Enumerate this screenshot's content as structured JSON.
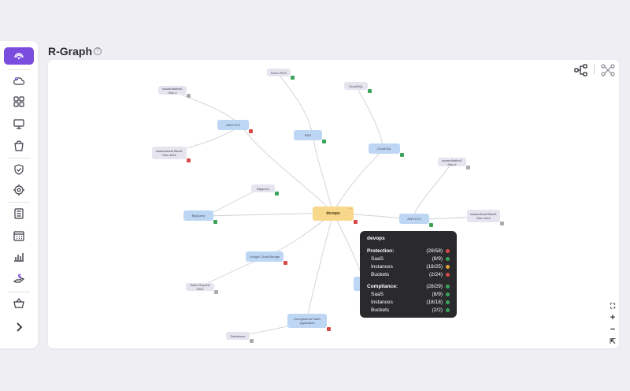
{
  "page": {
    "title": "R-Graph",
    "help_icon": "?"
  },
  "sidebar": {
    "items": [
      {
        "name": "radar-icon",
        "active": true
      },
      {
        "name": "cloud-settings-icon"
      },
      {
        "name": "grid-icon"
      },
      {
        "name": "monitor-icon"
      },
      {
        "name": "bucket-icon"
      },
      {
        "name": "shield-check-icon"
      },
      {
        "name": "target-icon"
      },
      {
        "name": "list-icon"
      },
      {
        "name": "calendar-icon"
      },
      {
        "name": "bar-chart-icon"
      },
      {
        "name": "hand-dollar-icon"
      },
      {
        "name": "basket-icon"
      },
      {
        "name": "chevron-right-icon"
      }
    ],
    "accent": "#7a4dde"
  },
  "graph": {
    "root": {
      "label": "devops",
      "badge": "x"
    },
    "nodes": {
      "aws_ec2": "AWS EC2",
      "rds": "RDS",
      "cloudsql": "CloudSQL",
      "bigquery": "BigQuery",
      "aws_ec2_b": "AWS EC2",
      "google_cloud_storage": "Google CloudStorage",
      "unregistered_saas": "Unregistered SaaS application",
      "leaf_ec2_top": "ssaasdfadfsdf-f3ac-4",
      "leaf_ec2_bottom": "ssaasdfwsaf ffasdf-f3ac-4a1b",
      "leaf_rds": "Demo RDS",
      "leaf_cloudsql": "CloudSQL",
      "leaf_bigquery": "Bigquery",
      "leaf_awsec2_top": "ssaasdfadfsdf-f3ac-4",
      "leaf_awsec2_right": "ssaasdfwsaf ffasdf-f3ac-4a1b",
      "leaf_gcs": "Sales Reports 2022",
      "leaf_saas": "Salesforce"
    }
  },
  "tooltip": {
    "title": "devops",
    "protection": {
      "label": "Protection:",
      "value": "(28/58)",
      "status": "red",
      "rows": [
        {
          "label": "SaaS",
          "value": "(8/9)",
          "status": "green"
        },
        {
          "label": "Instances",
          "value": "(18/25)",
          "status": "orange"
        },
        {
          "label": "Buckets",
          "value": "(2/24)",
          "status": "red"
        }
      ]
    },
    "compliance": {
      "label": "Compliance:",
      "value": "(28/29)",
      "status": "green",
      "rows": [
        {
          "label": "SaaS",
          "value": "(8/9)",
          "status": "green"
        },
        {
          "label": "Instances",
          "value": "(18/18)",
          "status": "green"
        },
        {
          "label": "Buckets",
          "value": "(2/2)",
          "status": "green"
        }
      ]
    }
  },
  "toolbar": {
    "graph_view_icon": "hierarchy-icon",
    "cluster_view_icon": "network-icon"
  },
  "zoom": {
    "fit": "⛶",
    "in": "+",
    "out": "−",
    "reset": "⇱"
  },
  "colors": {
    "root": "#f8d88a",
    "blue_node": "#bcd6f4",
    "leaf_node": "#e6e4ef",
    "tooltip_bg": "#2a2a2d"
  }
}
